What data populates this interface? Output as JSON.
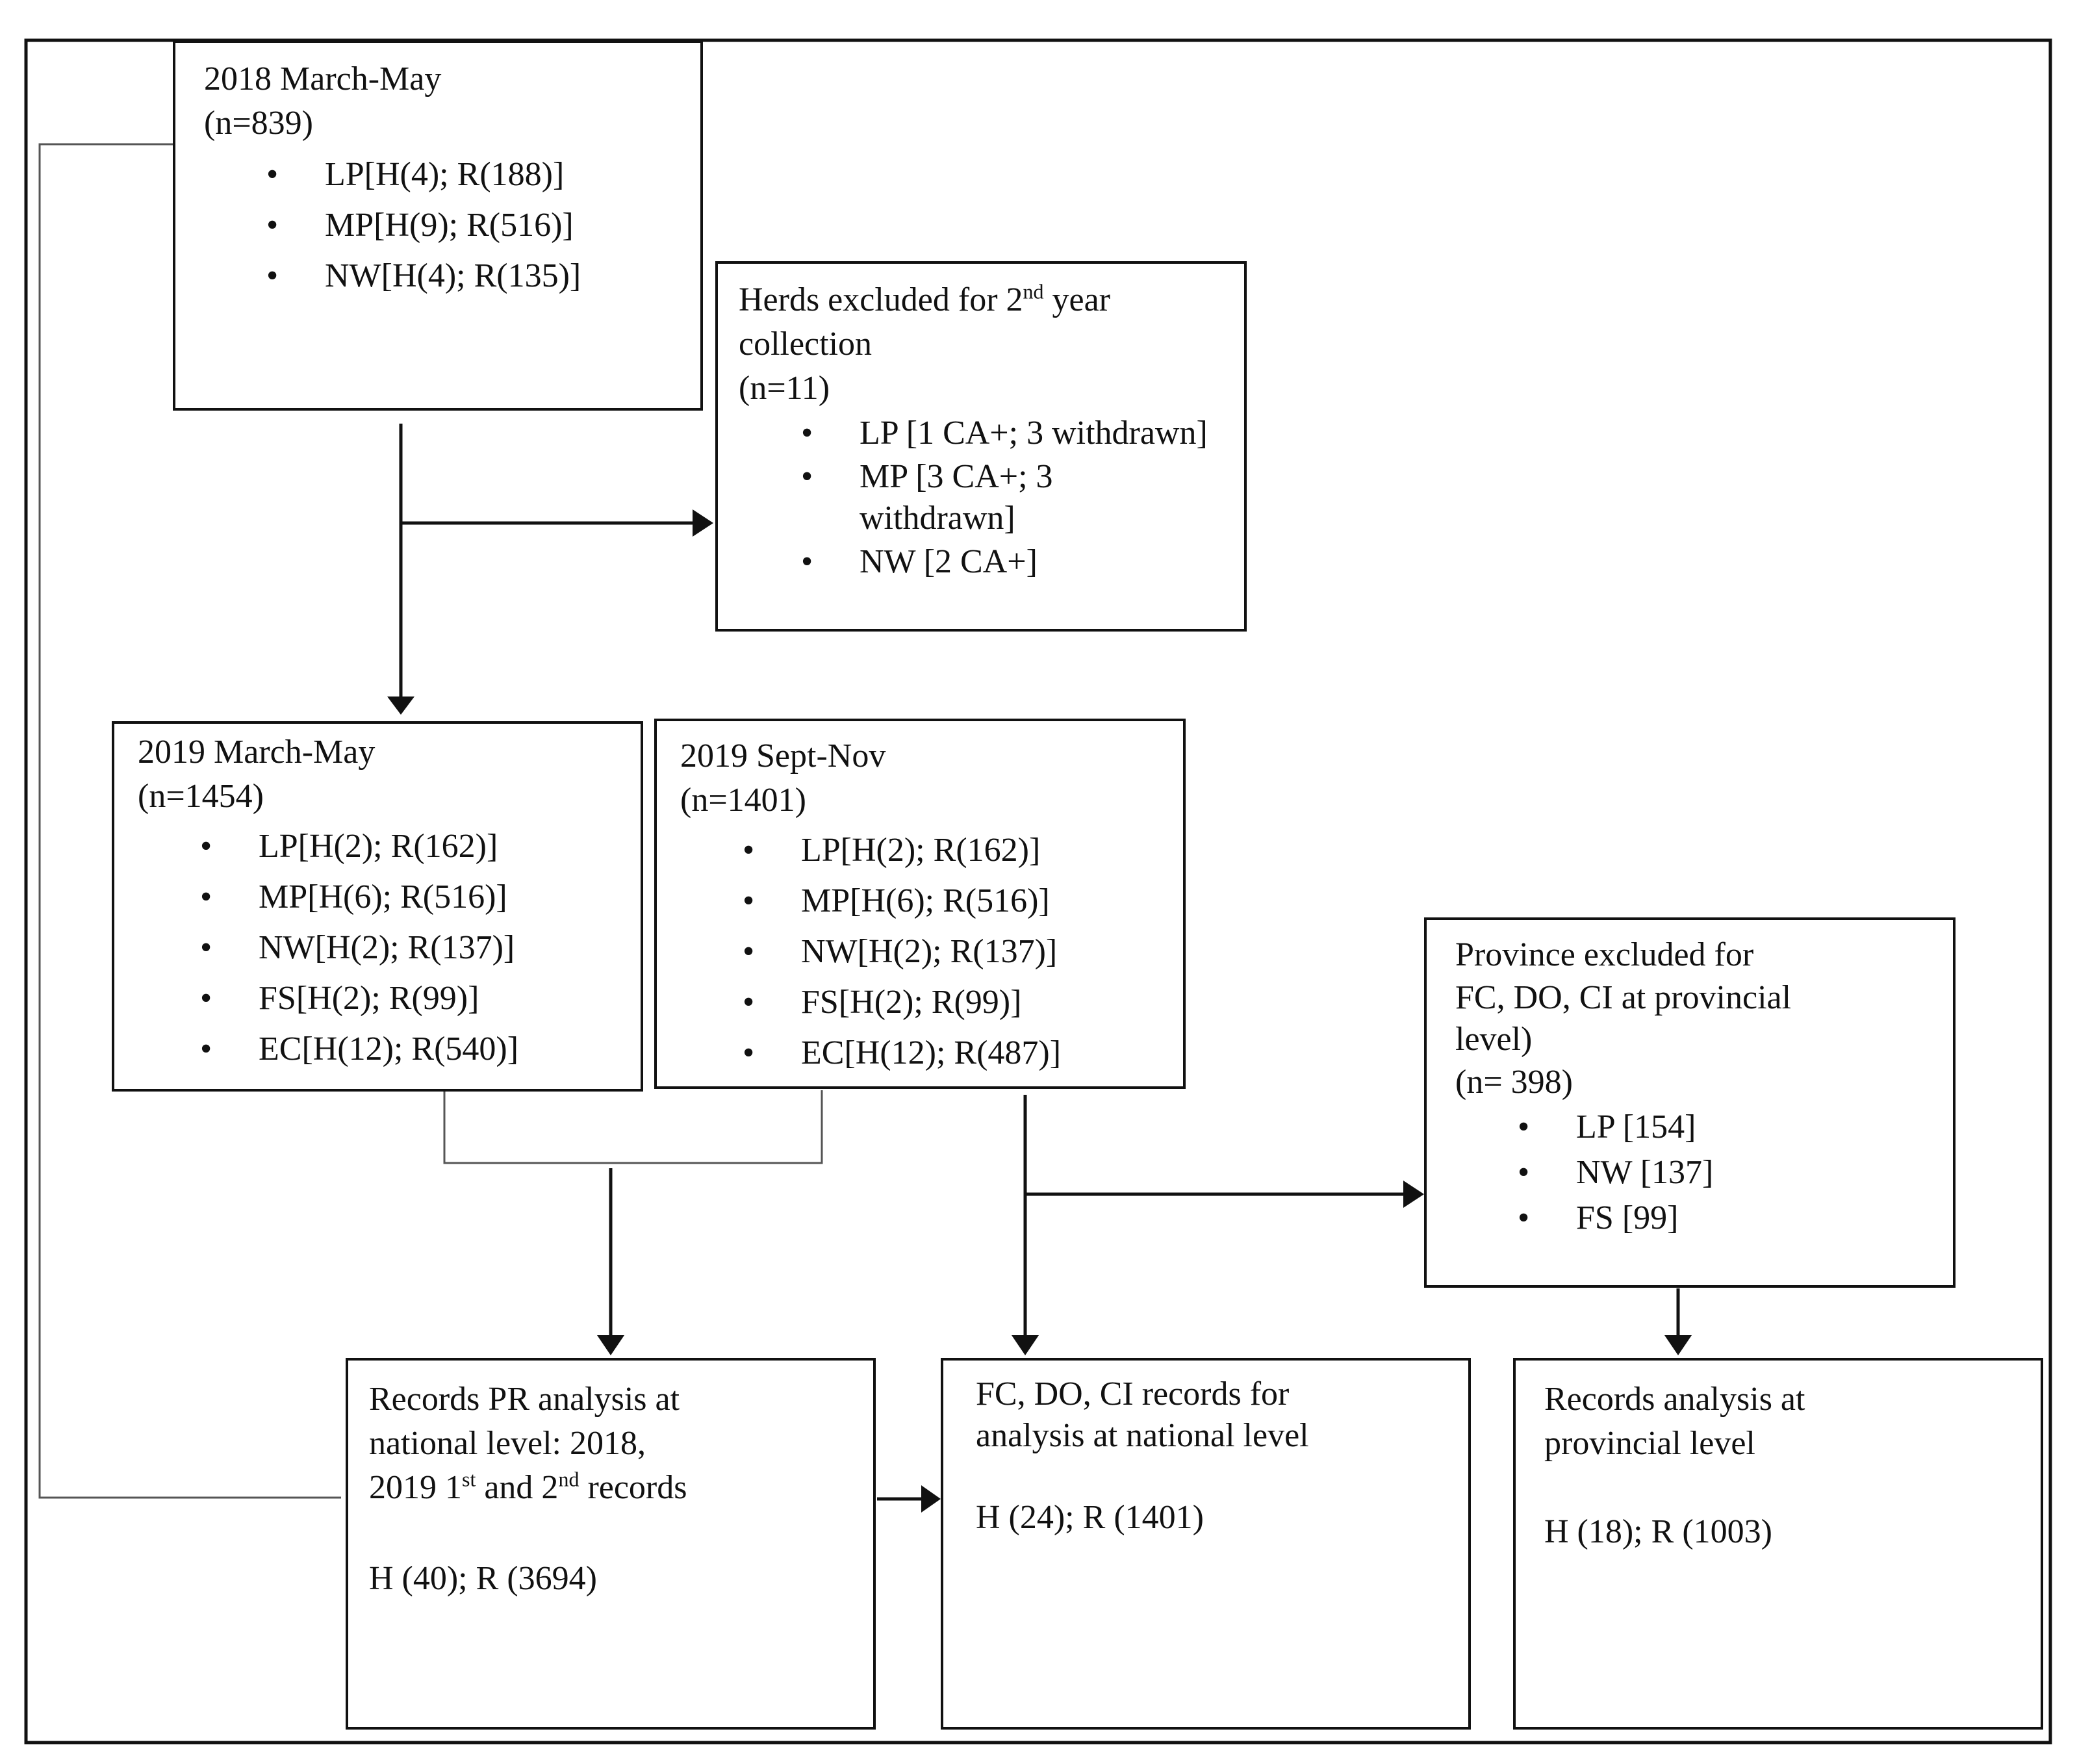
{
  "box_2018": {
    "title": "2018 March-May",
    "n": "(n=839)",
    "items": [
      "LP[H(4); R(188)]",
      "MP[H(9); R(516)]",
      "NW[H(4); R(135)]"
    ]
  },
  "box_excluded_herds": {
    "title_pre": "Herds excluded for 2",
    "title_sup": "nd",
    "title_post": " year",
    "title_line2": "collection",
    "n": "(n=11)",
    "items": [
      "LP [1 CA+; 3 withdrawn]",
      "MP [3 CA+; 3 withdrawn]",
      "NW [2 CA+]"
    ]
  },
  "box_2019_mar": {
    "title": "2019 March-May",
    "n": "(n=1454)",
    "items": [
      "LP[H(2); R(162)]",
      "MP[H(6); R(516)]",
      "NW[H(2); R(137)]",
      "FS[H(2); R(99)]",
      "EC[H(12); R(540)]"
    ]
  },
  "box_2019_sep": {
    "title": "2019 Sept-Nov",
    "n": "(n=1401)",
    "items": [
      "LP[H(2); R(162)]",
      "MP[H(6); R(516)]",
      "NW[H(2); R(137)]",
      "FS[H(2); R(99)]",
      "EC[H(12); R(487)]"
    ]
  },
  "box_province_excluded": {
    "line1": "Province excluded for",
    "line2": "FC, DO, CI at provincial",
    "line3": "level)",
    "n": "(n= 398)",
    "items": [
      "LP [154]",
      "NW [137]",
      "FS [99]"
    ]
  },
  "box_pr_national": {
    "line1": "Records PR analysis at",
    "line2": "national level: 2018,",
    "line3_a": "2019 1",
    "line3_sup1": "st",
    "line3_b": " and 2",
    "line3_sup2": "nd",
    "line3_c": " records",
    "result": "H (40); R (3694)"
  },
  "box_fc_national": {
    "line1": "FC, DO, CI records for",
    "line2": "analysis at national level",
    "result": "H (24); R (1401)"
  },
  "box_provincial": {
    "line1": "Records analysis at",
    "line2": "provincial level",
    "result": "H (18); R (1003)"
  },
  "colors": {
    "stroke": "#111111",
    "connector": "#555555"
  }
}
